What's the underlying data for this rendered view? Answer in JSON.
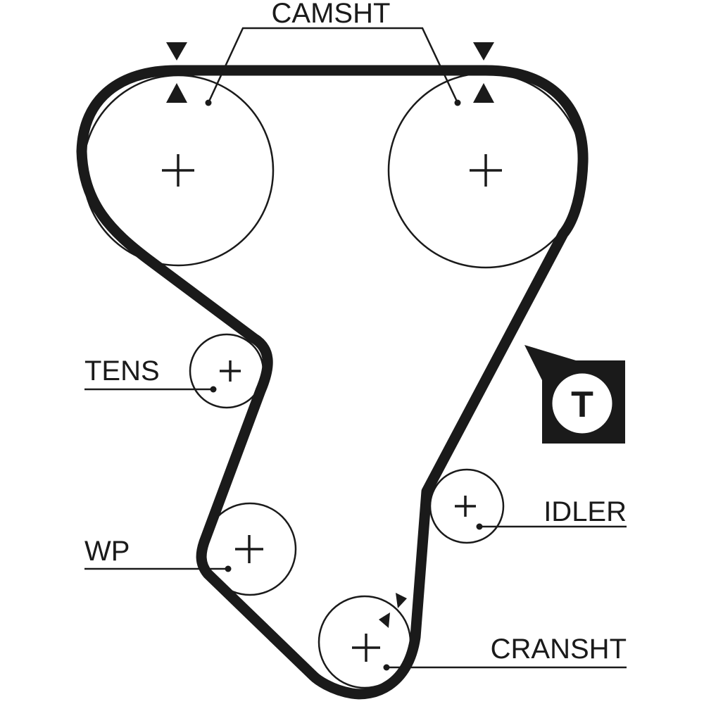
{
  "labels": {
    "camshaft": "CAMSHT",
    "tensioner": "TENS",
    "water_pump": "WP",
    "idler": "IDLER",
    "crankshaft": "CRANSHT",
    "tension_badge": "T"
  },
  "colors": {
    "ink": "#1a1a1a",
    "background": "#ffffff"
  }
}
